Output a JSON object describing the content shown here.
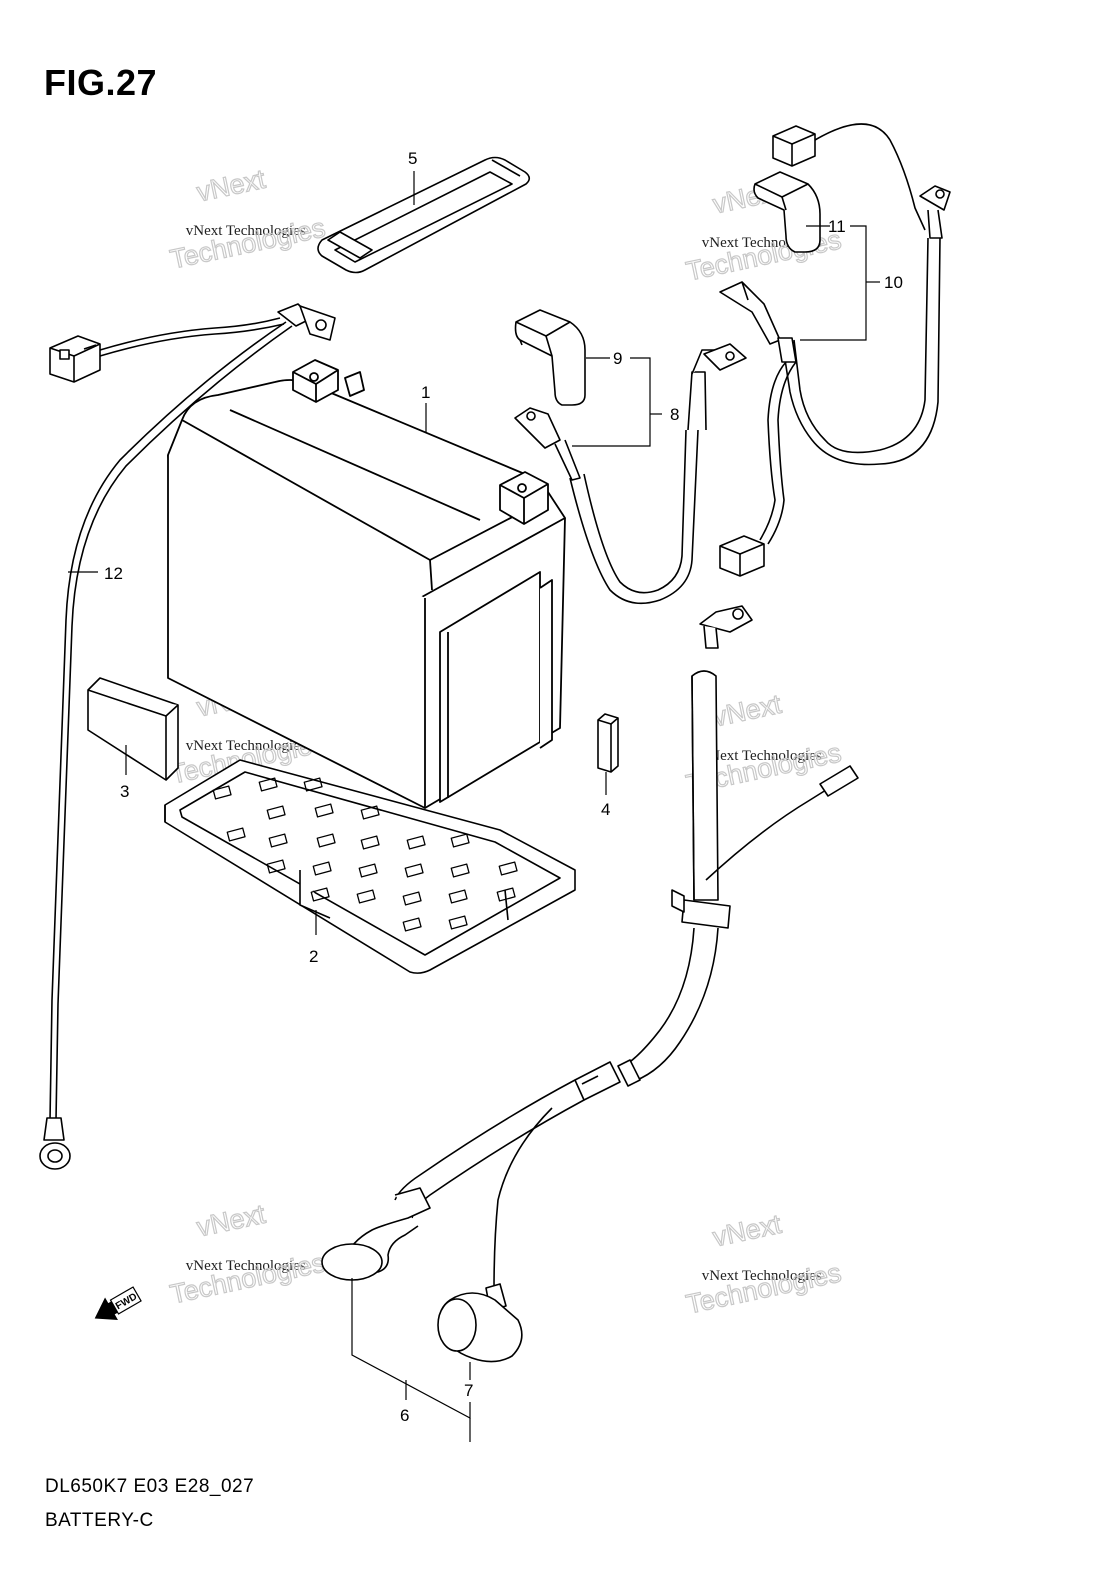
{
  "figure": {
    "title": "FIG.27",
    "code": "DL650K7 E03 E28_027",
    "caption": "BATTERY-C"
  },
  "callouts": [
    {
      "id": "1",
      "label": "1"
    },
    {
      "id": "2",
      "label": "2"
    },
    {
      "id": "3",
      "label": "3"
    },
    {
      "id": "4",
      "label": "4"
    },
    {
      "id": "5",
      "label": "5"
    },
    {
      "id": "6",
      "label": "6"
    },
    {
      "id": "7",
      "label": "7"
    },
    {
      "id": "8",
      "label": "8"
    },
    {
      "id": "9",
      "label": "9"
    },
    {
      "id": "10",
      "label": "10"
    },
    {
      "id": "11",
      "label": "11"
    },
    {
      "id": "12",
      "label": "12"
    }
  ],
  "fwd_marker": "FWD",
  "watermark": {
    "line1": "vNext",
    "line2": "vNext Technologies",
    "line3": "Technologies"
  }
}
